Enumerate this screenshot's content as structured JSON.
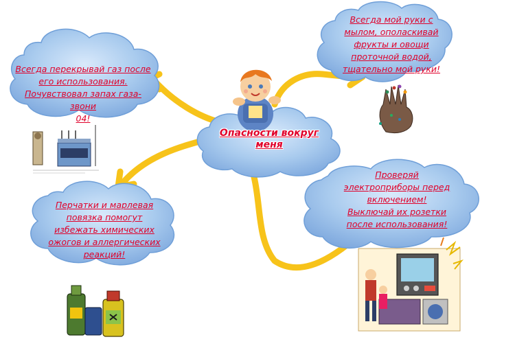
{
  "title_lines": [
    "Опасности вокруг",
    "меня"
  ],
  "tips": {
    "gas": [
      "Всегда перекрывай газ после",
      "его использования.",
      "Почувствовал запах газа-звони",
      "04!"
    ],
    "hands": [
      "Всегда мой руки с",
      "мылом, ополаскивай",
      "фрукты и овощи",
      "проточной водой,",
      "тщательно мой руки!"
    ],
    "chemicals": [
      "Перчатки и марлевая",
      "повязка помогут",
      "избежать химических",
      "ожогов и аллергических",
      "реакций!"
    ],
    "electric": [
      "Проверяй",
      "электроприборы перед",
      "включением!",
      "Выключай их розетки",
      "после использования!"
    ]
  },
  "colors": {
    "cloud_fill": "#a9cbee",
    "cloud_edge": "#6f9fd8",
    "arrow": "#f7c31a",
    "text": "#e0002a"
  },
  "icons": [
    "boy-icon",
    "gas-stove-icon",
    "hands-germs-icon",
    "chemical-bottles-icon",
    "electric-appliances-icon"
  ]
}
